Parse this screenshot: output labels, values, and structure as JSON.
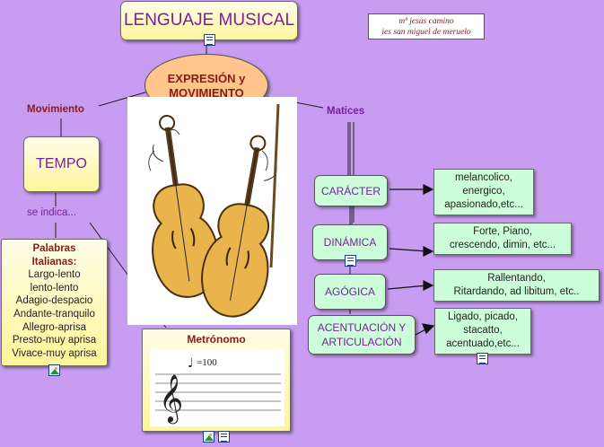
{
  "title": "LENGUAJE MUSICAL",
  "author": {
    "line1": "mª jesús camino",
    "line2": "ies san miguel de meruelo"
  },
  "central": {
    "line1": "EXPRESIÓN y",
    "line2": "MOVIMIENTO"
  },
  "links": {
    "movimiento": "Movimiento",
    "matices": "Matices",
    "se_indica": "se indica..."
  },
  "tempo": {
    "label": "TEMPO"
  },
  "palabras": {
    "title1": "Palabras",
    "title2": "Italianas:",
    "items": [
      "Largo-lento",
      "lento-lento",
      "Adagio-despacio",
      "Andante-tranquilo",
      "Allegro-aprisa",
      "Presto-muy aprisa",
      "Vivace-muy aprisa"
    ]
  },
  "metronomo": {
    "title": "Metrónomo",
    "tempo_mark": "=100"
  },
  "concepts": [
    {
      "label": "CARÁCTER",
      "result": [
        "melancolico,",
        "energico,",
        "apasionado,etc..."
      ]
    },
    {
      "label": "DINÁMICA",
      "result": [
        "Forte, Piano,",
        "crescendo, dimin, etc..."
      ]
    },
    {
      "label": "AGÓGICA",
      "result": [
        "Rallentando,",
        "Ritardando, ad libitum, etc.."
      ]
    },
    {
      "label": "ACENTUACIÓN Y ARTICULACIÓN",
      "result": [
        "Ligado, picado,",
        "stacatto,",
        "acentuado,etc..."
      ]
    }
  ],
  "colors": {
    "background": "#c89cf0",
    "link_text": "#8b1a1a",
    "concept_text": "#7a1fa2",
    "result_fill": "#ccffd9",
    "central_fill": "#ffc58a"
  }
}
